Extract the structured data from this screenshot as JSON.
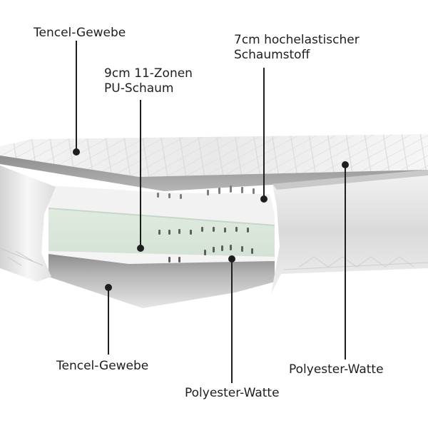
{
  "labels": {
    "top_cover": "Tencel-Gewebe",
    "pu_foam": {
      "line1": "9cm 11-Zonen",
      "line2": "PU-Schaum"
    },
    "hr_foam": {
      "line1": "7cm hochelastischer",
      "line2": "Schaumstoff"
    },
    "bottom_cover": "Tencel-Gewebe",
    "polyester_center": "Polyester-Watte",
    "polyester_right": "Polyester-Watte"
  },
  "colors": {
    "pu_foam": "#e3ece3",
    "hr_foam": "#f1f1f1",
    "cover": "#eeeeee",
    "bottom_layer": "#9a9a9a",
    "leader_line": "#1e1e1e"
  }
}
